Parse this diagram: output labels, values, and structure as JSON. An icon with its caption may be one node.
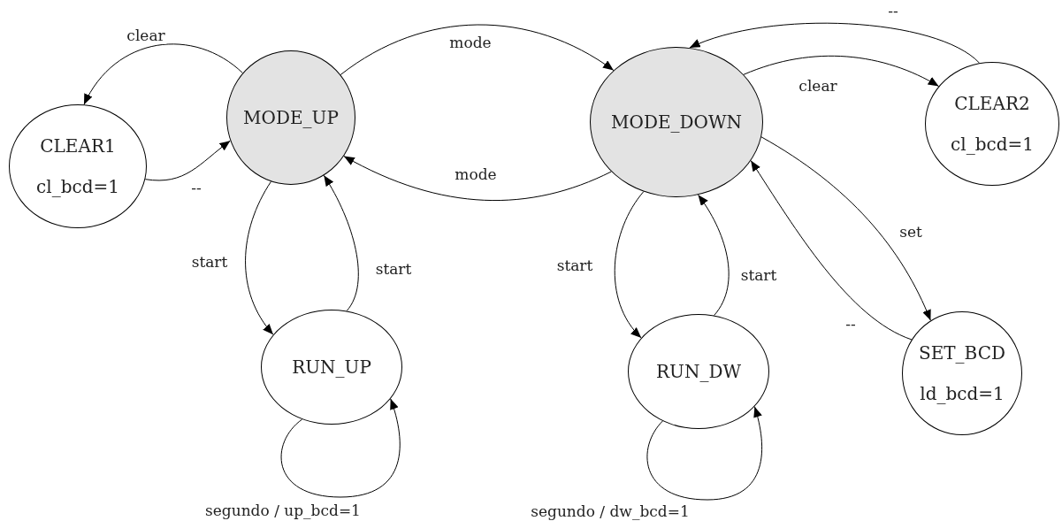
{
  "diagram": {
    "nodes": [
      {
        "text": [
          "CLEAR1",
          "cl_bcd=1"
        ]
      },
      {
        "text": [
          "MODE_UP"
        ]
      },
      {
        "text": [
          "MODE_DOWN"
        ]
      },
      {
        "text": [
          "CLEAR2",
          "cl_bcd=1"
        ]
      },
      {
        "text": [
          "RUN_UP"
        ]
      },
      {
        "text": [
          "RUN_DW"
        ]
      },
      {
        "text": [
          "SET_BCD",
          "ld_bcd=1"
        ]
      }
    ],
    "edges": [
      {
        "from": 1,
        "to": 0,
        "arrow": "to",
        "label": "clear"
      },
      {
        "from": 0,
        "to": 1,
        "arrow": "to",
        "label": "--"
      },
      {
        "from": 1,
        "to": 2,
        "arrow": "to",
        "label": "mode"
      },
      {
        "from": 2,
        "to": 1,
        "arrow": "to",
        "label": "mode"
      },
      {
        "from": 1,
        "to": 4,
        "arrow": "to",
        "label": "start"
      },
      {
        "from": 4,
        "to": 1,
        "arrow": "to",
        "label": "start"
      },
      {
        "from": 4,
        "to": 4,
        "arrow": "to",
        "label": "segundo / up_bcd=1"
      },
      {
        "from": 2,
        "to": 3,
        "arrow": "to",
        "label": "clear"
      },
      {
        "from": 3,
        "to": 2,
        "arrow": "to",
        "label": "--"
      },
      {
        "from": 2,
        "to": 5,
        "arrow": "to",
        "label": "start"
      },
      {
        "from": 5,
        "to": 2,
        "arrow": "to",
        "label": "start"
      },
      {
        "from": 5,
        "to": 5,
        "arrow": "to",
        "label": "segundo / dw_bcd=1"
      },
      {
        "from": 2,
        "to": 6,
        "arrow": "to",
        "label": "set"
      },
      {
        "from": 6,
        "to": 2,
        "arrow": "to",
        "label": "--"
      }
    ]
  }
}
